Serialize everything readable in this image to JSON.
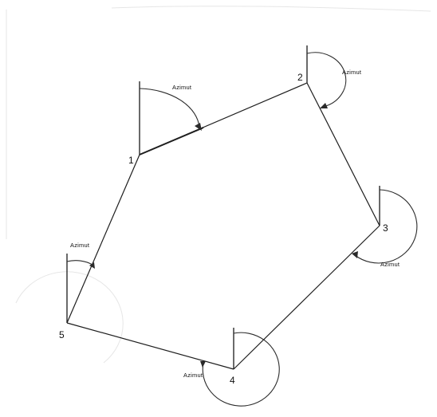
{
  "diagram": {
    "vertex_labels": [
      "1",
      "2",
      "3",
      "4",
      "5"
    ],
    "azimuth_label": "Azimut",
    "line_color": "#1e1e1e"
  }
}
